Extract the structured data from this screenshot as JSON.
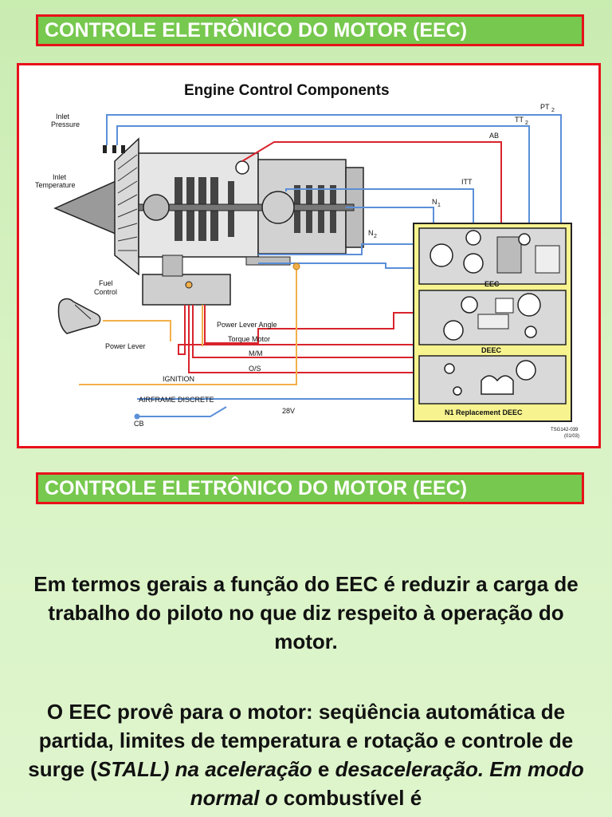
{
  "slide": {
    "title_top": "CONTROLE ELETRÔNICO DO MOTOR (EEC)",
    "title_bottom": "CONTROLE ELETRÔNICO DO MOTOR (EEC)",
    "paragraph1": "Em termos gerais a função do EEC é reduzir a carga de trabalho do piloto no que diz respeito à operação do motor.",
    "paragraph2": {
      "p1": "O EEC provê para o motor: seqüência automática de partida, limites de temperatura e rotação e controle de surge (",
      "p2": "STALL) na aceleração",
      "p3": " e ",
      "p4": "desaceleração. Em modo normal o",
      "p5": " combustível é"
    }
  },
  "diagram": {
    "title": "Engine Control Components",
    "labels": {
      "inlet_pressure_1": "Inlet",
      "inlet_pressure_2": "Pressure",
      "inlet_temp_1": "Inlet",
      "inlet_temp_2": "Temperature",
      "fuel_control_1": "Fuel",
      "fuel_control_2": "Control",
      "power_lever": "Power Lever",
      "power_lever_angle": "Power Lever Angle",
      "torque_motor": "Torque Motor",
      "mm": "M/M",
      "os": "O/S",
      "ignition": "IGNITION",
      "airframe_discrete": "AIRFRAME DISCRETE",
      "v28": "28V",
      "cb": "CB",
      "pt2": "PT",
      "tt2": "TT",
      "sub2": "2",
      "ab": "AB",
      "itt": "ITT",
      "n1": "N",
      "n2": "N",
      "sub1": "1",
      "eec": "EEC",
      "deec": "DEEC",
      "n1_replacement": "N1 Replacement DEEC",
      "tag1": "TSG142-039",
      "tag2": "(01/03)"
    },
    "colors": {
      "blue": "#5b8fd8",
      "red": "#d8242c",
      "orange": "#f2b04a",
      "box_fill": "#f7f38f"
    }
  }
}
